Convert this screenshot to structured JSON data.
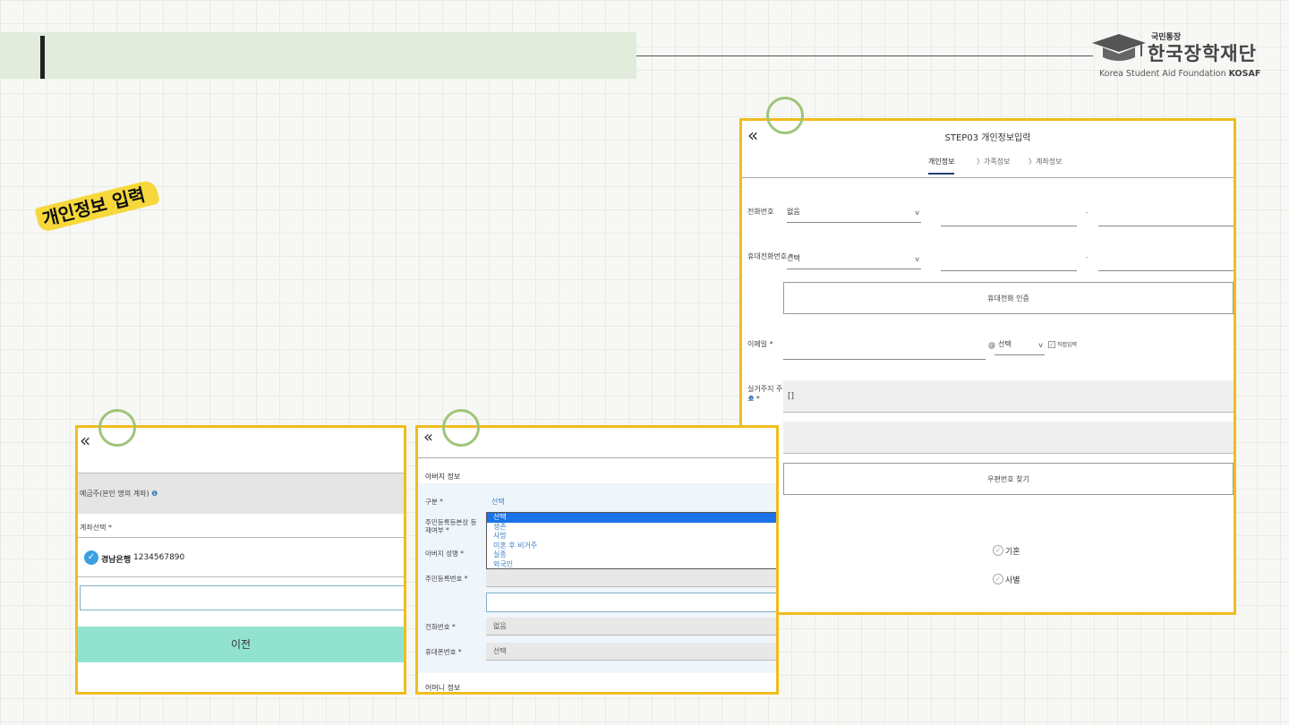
{
  "logo": {
    "small": "국민통장",
    "title": "한국장학재단",
    "sub": "Korea Student Aid Foundation",
    "sub_brand": "KOSAF"
  },
  "highlight_label": "개인정보 입력",
  "colors": {
    "panel_border": "#f0bd1d",
    "marker_circle": "#9ec57a",
    "highlight": "#f6d83a",
    "prev_button": "#91e3d0"
  },
  "right_panel": {
    "back_icon": "double-chevron-left-icon",
    "title": "STEP03 개인정보입력",
    "tabs": [
      "개인정보",
      "가족정보",
      "계좌정보"
    ],
    "phone_label": "전화번호",
    "phone_select": "없음",
    "mobile_label": "휴대전화번호 *",
    "mobile_select": "선택",
    "verify_button": "휴대전화 인증",
    "email_label": "이메일 *",
    "email_at": "@",
    "email_domain": "선택",
    "direct_input": "직접입력",
    "address_label": "실거주지 주소 *",
    "address_value": "[]",
    "zip_button": "우편번호 찾기",
    "radio_options": [
      "기혼",
      "사별"
    ]
  },
  "left_panel": {
    "back_icon": "double-chevron-left-icon",
    "holder_label": "예금주(본인 명의 계좌)",
    "account_label": "계좌선택 *",
    "bank_name": "경남은행",
    "account_number": "1234567890",
    "prev_button": "이전"
  },
  "middle_panel": {
    "back_icon": "double-chevron-left-icon",
    "father_section": "아버지 정보",
    "type_label": "구분 *",
    "type_value": "선택",
    "resident_label": "주민등록등본상 등재여부 *",
    "name_label": "아버지 성명 *",
    "rrn_label": "주민등록번호 *",
    "options": [
      "선택",
      "생존",
      "사망",
      "이혼 후 비거주",
      "실종",
      "외국인"
    ],
    "phone_label": "전화번호 *",
    "phone_value": "없음",
    "mobile_label": "휴대폰번호 *",
    "mobile_value": "선택",
    "mother_section": "어머니 정보"
  }
}
